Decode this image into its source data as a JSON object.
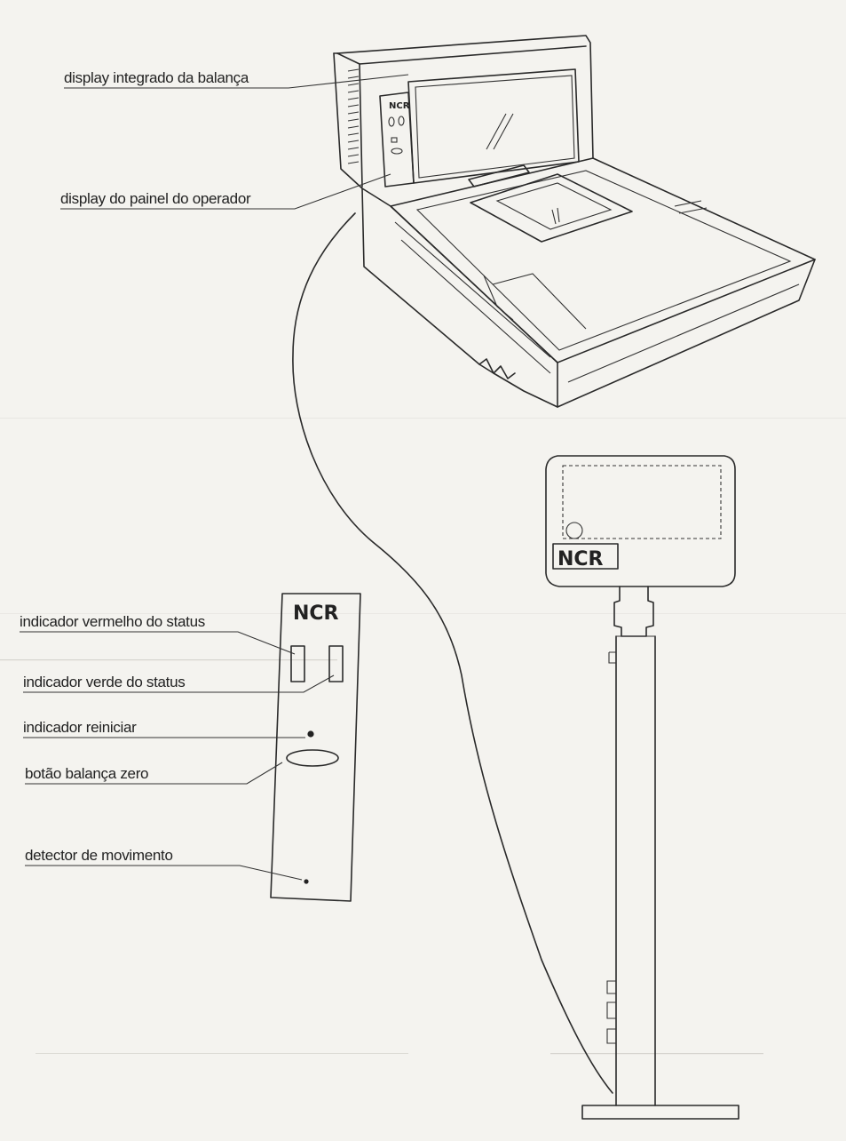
{
  "labels": {
    "display_integrado": "display integrado da balança",
    "display_painel": "display do painel do operador",
    "indicador_vermelho": "indicador vermelho do status",
    "indicador_verde": "indicador verde do status",
    "indicador_reiniciar": "indicador reiniciar",
    "botao_zero": "botão balança zero",
    "detector_movimento": "detector de movimento"
  },
  "brand": {
    "panel_logo": "NCR",
    "pole_logo": "NCR"
  }
}
